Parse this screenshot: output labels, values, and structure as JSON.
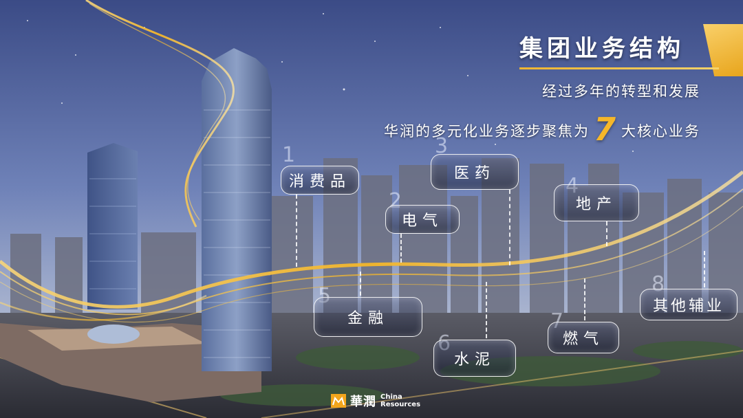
{
  "title": "集团业务结构",
  "subtitle_line1": "经过多年的转型和发展",
  "subtitle_line2_prefix": "华润的多元化业务逐步聚焦为",
  "subtitle_line2_number": "7",
  "subtitle_line2_suffix": "大核心业务",
  "businesses": [
    {
      "num": "1",
      "label": "消费品"
    },
    {
      "num": "2",
      "label": "电气"
    },
    {
      "num": "3",
      "label": "医药"
    },
    {
      "num": "4",
      "label": "地产"
    },
    {
      "num": "5",
      "label": "金融"
    },
    {
      "num": "6",
      "label": "水泥"
    },
    {
      "num": "7",
      "label": "燃气"
    },
    {
      "num": "8",
      "label": "其他辅业"
    }
  ],
  "logo": {
    "cn": "華潤",
    "en_line1": "China",
    "en_line2": "Resources"
  },
  "colors": {
    "accent": "#f6b72a",
    "sky_top": "#3e4f8c",
    "sky_bottom": "#9fb2d6"
  }
}
